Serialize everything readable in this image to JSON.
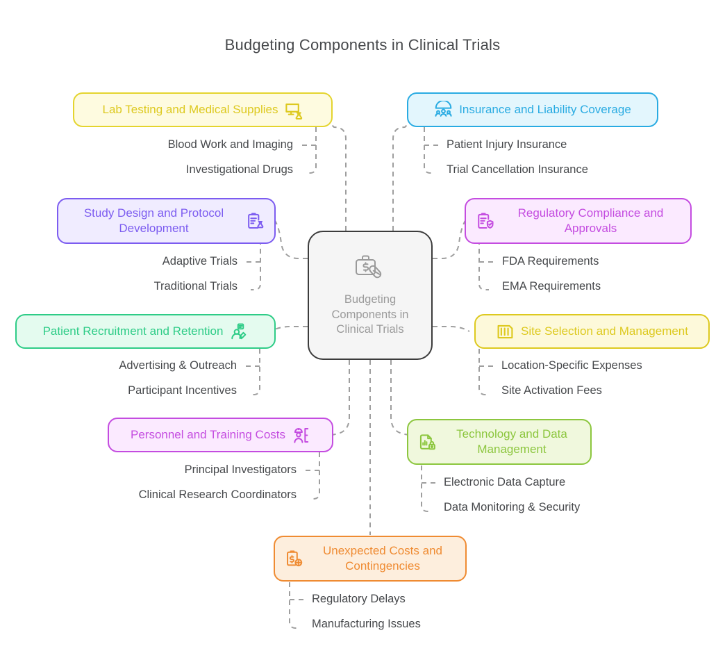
{
  "title": "Budgeting Components in Clinical Trials",
  "central": {
    "name": "central-node",
    "icon": "briefcase-dollar-pill-icon",
    "lines": [
      "Budgeting",
      "Components",
      "in Clinical",
      "Trials"
    ],
    "text": "Budgeting Components in Clinical Trials",
    "fill": "#f5f5f5",
    "border": "#3c3c3c",
    "text_color": "#9a9a9a"
  },
  "connector": {
    "color": "#9e9e9e",
    "style": "dashed",
    "dash": "7 6"
  },
  "branches": [
    {
      "id": "lab-testing",
      "label": "Lab Testing and Medical Supplies",
      "icon": "monitor-flask-icon",
      "fill": "#fefbe0",
      "border": "#e4d42e",
      "text_color": "#ddc91f",
      "icon_side": "right",
      "children": [
        "Blood Work and Imaging",
        "Investigational Drugs"
      ]
    },
    {
      "id": "insurance",
      "label": "Insurance and Liability Coverage",
      "icon": "umbrella-people-icon",
      "fill": "#e3f6fd",
      "border": "#29abe2",
      "text_color": "#29abe2",
      "icon_side": "left",
      "children": [
        "Patient Injury Insurance",
        "Trial Cancellation Insurance"
      ]
    },
    {
      "id": "study-design",
      "label": "Study Design and Protocol Development",
      "icon": "clipboard-flask-icon",
      "fill": "#f0ecff",
      "border": "#7c5cf0",
      "text_color": "#7c5cf0",
      "icon_side": "right",
      "children": [
        "Adaptive Trials",
        "Traditional Trials"
      ]
    },
    {
      "id": "regulatory",
      "label": "Regulatory Compliance and Approvals",
      "icon": "clipboard-shield-check-icon",
      "fill": "#fbeaff",
      "border": "#c44ce0",
      "text_color": "#c44ce0",
      "icon_side": "left",
      "children": [
        "FDA Requirements",
        "EMA Requirements"
      ]
    },
    {
      "id": "recruitment",
      "label": "Patient Recruitment and Retention",
      "icon": "person-edit-icon",
      "fill": "#e4fbef",
      "border": "#2ecc87",
      "text_color": "#2ecc87",
      "icon_side": "right",
      "children": [
        "Advertising & Outreach",
        "Participant Incentives"
      ]
    },
    {
      "id": "site-selection",
      "label": "Site Selection and Management",
      "icon": "building-icon",
      "fill": "#fdf9da",
      "border": "#ddc91f",
      "text_color": "#ddc91f",
      "icon_side": "left",
      "children": [
        "Location-Specific Expenses",
        "Site Activation Fees"
      ]
    },
    {
      "id": "personnel",
      "label": "Personnel and Training Costs",
      "icon": "person-training-icon",
      "fill": "#fbeaff",
      "border": "#c44ce0",
      "text_color": "#c44ce0",
      "icon_side": "right",
      "children": [
        "Principal Investigators",
        "Clinical Research Coordinators"
      ]
    },
    {
      "id": "technology",
      "label": "Technology and Data Management",
      "icon": "data-lock-icon",
      "fill": "#f0f8dd",
      "border": "#8cc63e",
      "text_color": "#8cc63e",
      "icon_side": "left",
      "children": [
        "Electronic Data Capture",
        "Data Monitoring & Security"
      ]
    },
    {
      "id": "unexpected",
      "label": "Unexpected Costs and Contingencies",
      "icon": "clipboard-dollar-plus-icon",
      "fill": "#fdeedd",
      "border": "#ef8b32",
      "text_color": "#ef8b32",
      "icon_side": "left",
      "children": [
        "Regulatory Delays",
        "Manufacturing Issues"
      ]
    }
  ]
}
